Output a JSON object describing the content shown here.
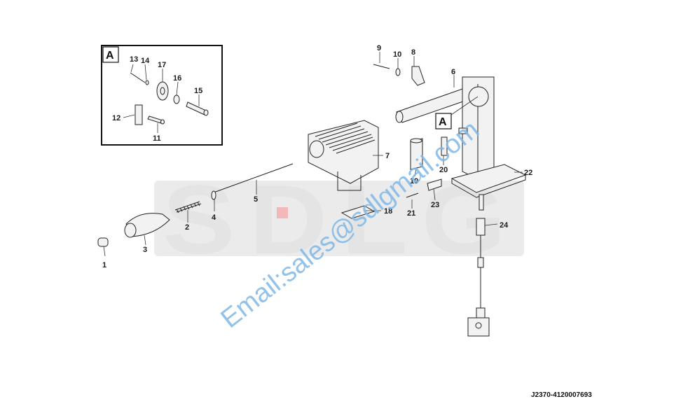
{
  "watermark": {
    "logo": "SDLG",
    "email": "Email:sales@sdlgmail.com"
  },
  "inset": {
    "tag": "A"
  },
  "callout_tag": "A",
  "drawing_code": "J2370-4120007693",
  "labels": {
    "p1": "1",
    "p2": "2",
    "p3": "3",
    "p4": "4",
    "p5": "5",
    "p6": "6",
    "p7": "7",
    "p8": "8",
    "p9": "9",
    "p10": "10",
    "p11": "11",
    "p12": "12",
    "p13": "13",
    "p14": "14",
    "p15": "15",
    "p16": "16",
    "p17": "17",
    "p18": "18",
    "p19": "19",
    "p20": "20",
    "p21": "21",
    "p22": "22",
    "p23": "23",
    "p24": "24"
  },
  "colors": {
    "watermark_logo": "#e4e4e4",
    "watermark_email": "#7fb8e6",
    "logo_accent": "#f4b8b8"
  }
}
